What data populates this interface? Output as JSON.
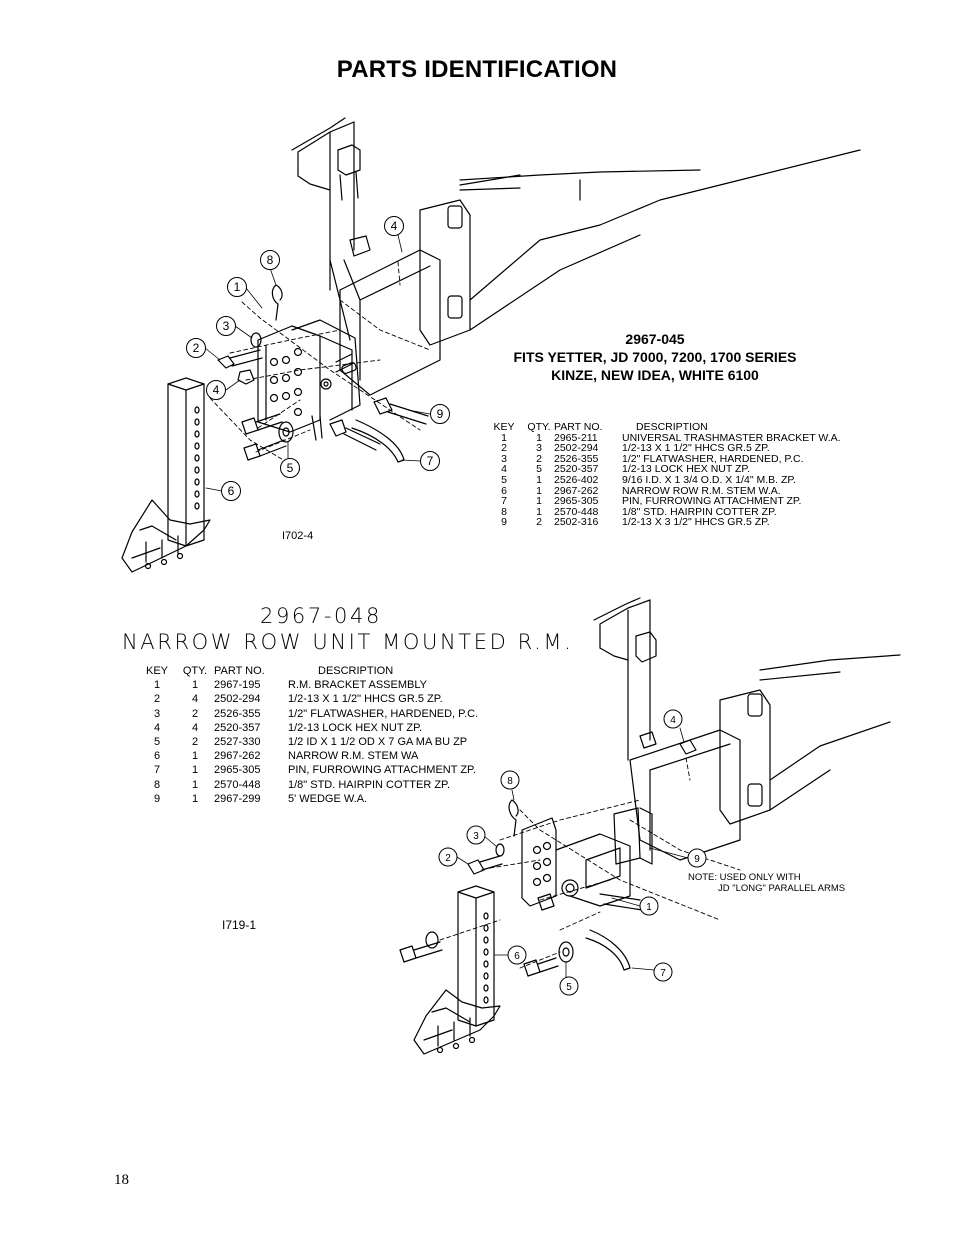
{
  "page": {
    "title": "PARTS IDENTIFICATION",
    "page_number": "18"
  },
  "figure1": {
    "part_number": "2967-045",
    "fits_line1": "FITS YETTER, JD 7000, 7200, 1700 SERIES",
    "fits_line2": "KINZE, NEW IDEA, WHITE 6100",
    "drawing_code": "I702-4",
    "callouts": [
      "1",
      "2",
      "3",
      "4",
      "4",
      "5",
      "6",
      "7",
      "8",
      "9"
    ],
    "table_headers": {
      "key": "KEY",
      "qty": "QTY.",
      "part": "PART NO.",
      "desc": "DESCRIPTION"
    },
    "parts": [
      {
        "key": "1",
        "qty": "1",
        "part": "2965-211",
        "desc": "UNIVERSAL TRASHMASTER BRACKET W.A."
      },
      {
        "key": "2",
        "qty": "3",
        "part": "2502-294",
        "desc": "1/2-13 X 1 1/2\" HHCS GR.5 ZP."
      },
      {
        "key": "3",
        "qty": "2",
        "part": "2526-355",
        "desc": "1/2\" FLATWASHER, HARDENED, P.C."
      },
      {
        "key": "4",
        "qty": "5",
        "part": "2520-357",
        "desc": "1/2-13 LOCK HEX NUT ZP."
      },
      {
        "key": "5",
        "qty": "1",
        "part": "2526-402",
        "desc": "9/16 I.D. X 1 3/4 O.D. X 1/4\" M.B. ZP."
      },
      {
        "key": "6",
        "qty": "1",
        "part": "2967-262",
        "desc": "NARROW ROW R.M. STEM W.A."
      },
      {
        "key": "7",
        "qty": "1",
        "part": "2965-305",
        "desc": "PIN, FURROWING ATTACHMENT ZP."
      },
      {
        "key": "8",
        "qty": "1",
        "part": "2570-448",
        "desc": "1/8\" STD. HAIRPIN COTTER ZP."
      },
      {
        "key": "9",
        "qty": "2",
        "part": "2502-316",
        "desc": "1/2-13 X 3 1/2\" HHCS GR.5 ZP."
      }
    ]
  },
  "figure2": {
    "part_number": "2967-048",
    "title": "NARROW ROW UNIT MOUNTED R.M.",
    "drawing_code": "I719-1",
    "note_line1": "NOTE:  USED ONLY WITH",
    "note_line2": "JD \"LONG\" PARALLEL ARMS",
    "callouts": [
      "1",
      "2",
      "3",
      "4",
      "5",
      "6",
      "7",
      "8",
      "9"
    ],
    "table_headers": {
      "key": "KEY",
      "qty": "QTY.",
      "part": "PART NO.",
      "desc": "DESCRIPTION"
    },
    "parts": [
      {
        "key": "1",
        "qty": "1",
        "part": "2967-195",
        "desc": "R.M. BRACKET ASSEMBLY"
      },
      {
        "key": "2",
        "qty": "4",
        "part": "2502-294",
        "desc": "1/2-13 X 1 1/2\" HHCS GR.5 ZP."
      },
      {
        "key": "3",
        "qty": "2",
        "part": "2526-355",
        "desc": "1/2\" FLATWASHER, HARDENED, P.C."
      },
      {
        "key": "4",
        "qty": "4",
        "part": "2520-357",
        "desc": "1/2-13 LOCK HEX NUT ZP."
      },
      {
        "key": "5",
        "qty": "2",
        "part": "2527-330",
        "desc": "1/2 ID X 1 1/2 OD X 7 GA MA BU ZP"
      },
      {
        "key": "6",
        "qty": "1",
        "part": "2967-262",
        "desc": "NARROW  R.M. STEM WA"
      },
      {
        "key": "7",
        "qty": "1",
        "part": "2965-305",
        "desc": "PIN, FURROWING ATTACHMENT ZP."
      },
      {
        "key": "8",
        "qty": "1",
        "part": "2570-448",
        "desc": "1/8\" STD. HAIRPIN COTTER ZP."
      },
      {
        "key": "9",
        "qty": "1",
        "part": "2967-299",
        "desc": "5' WEDGE W.A."
      }
    ]
  }
}
